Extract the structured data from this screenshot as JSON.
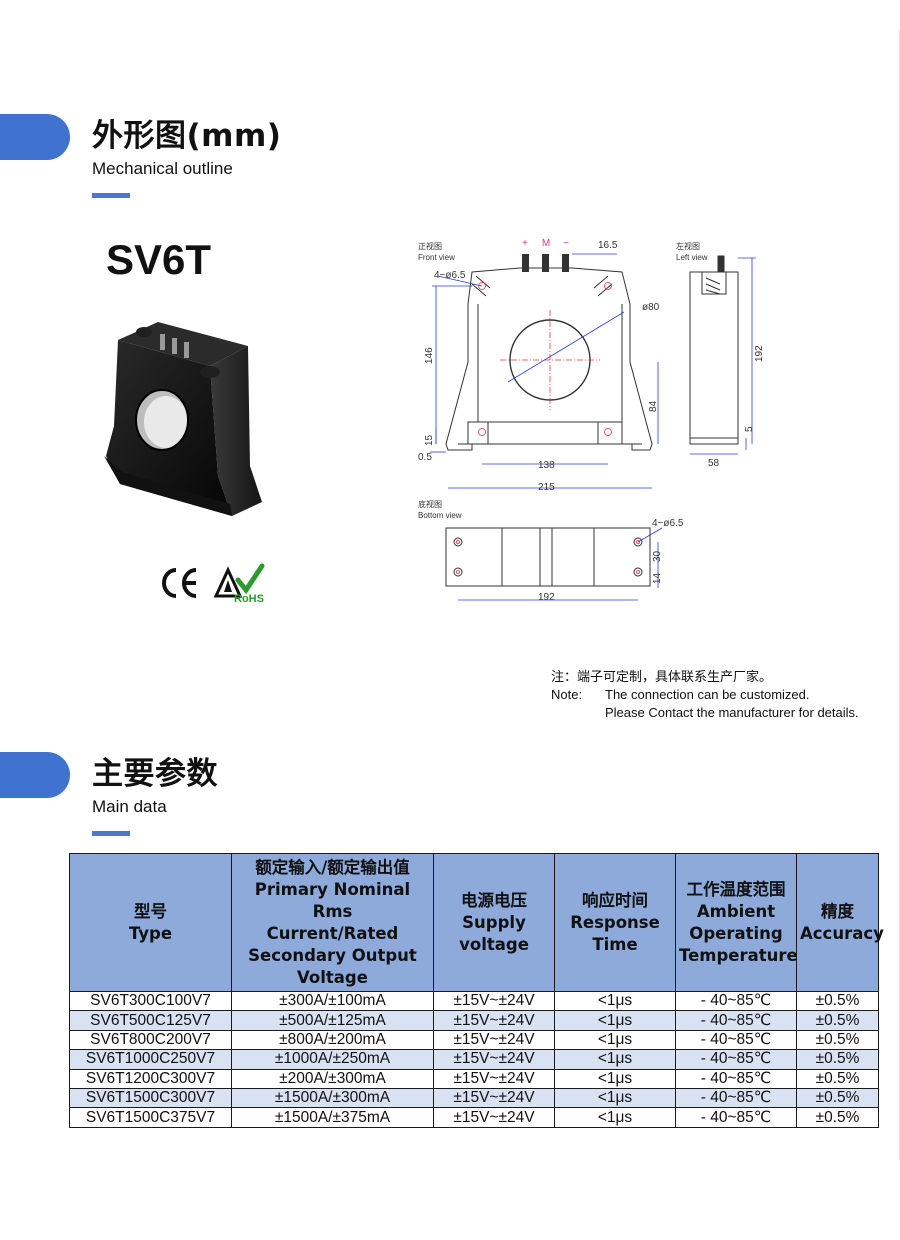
{
  "outline": {
    "title": "外形图(mm)",
    "subtitle": "Mechanical outline",
    "model": "SV6T"
  },
  "certifications": [
    "CE",
    "ESD",
    "RoHS"
  ],
  "drawing": {
    "front_view_cn": "正视图",
    "front_view_en": "Front view",
    "left_view_cn": "左视图",
    "left_view_en": "Left view",
    "bottom_view_cn": "底视图",
    "bottom_view_en": "Bottom view",
    "terminals": [
      "+",
      "M",
      "−"
    ],
    "dims": {
      "terminal_spacing": "16.5",
      "holes": "4−ø6.5",
      "aperture": "ø80",
      "height": "146",
      "center_height": "84",
      "base_height": "15",
      "base_offset": "0.5",
      "hole_spacing": "138",
      "width": "215",
      "side_height": "192",
      "side_base": "5",
      "depth": "58",
      "bottom_holes": "4−ø6.5",
      "bottom_30": "30",
      "bottom_14": "14",
      "bottom_length": "192"
    }
  },
  "note": {
    "cn_label": "注：",
    "cn_text": "端子可定制，具体联系生产厂家。",
    "en_label": "Note:",
    "en_line1": "The connection can be customized.",
    "en_line2": "Please Contact the manufacturer for details."
  },
  "main_data": {
    "title": "主要参数",
    "subtitle": "Main data",
    "headers": [
      [
        "型号",
        "Type"
      ],
      [
        "额定输入/额定输出值",
        "Primary Nominal Rms",
        "Current/Rated",
        "Secondary Output",
        "Voltage"
      ],
      [
        "电源电压",
        "Supply",
        "voltage"
      ],
      [
        "响应时间",
        "Response",
        "Time"
      ],
      [
        "工作温度范围",
        "Ambient",
        "Operating",
        "Temperature"
      ],
      [
        "精度",
        "Accuracy"
      ]
    ],
    "rows": [
      [
        "SV6T300C100V7",
        "±300A/±100mA",
        "±15V~±24V",
        "<1μs",
        "- 40~85℃",
        "±0.5%"
      ],
      [
        "SV6T500C125V7",
        "±500A/±125mA",
        "±15V~±24V",
        "<1μs",
        "- 40~85℃",
        "±0.5%"
      ],
      [
        "SV6T800C200V7",
        "±800A/±200mA",
        "±15V~±24V",
        "<1μs",
        "- 40~85℃",
        "±0.5%"
      ],
      [
        "SV6T1000C250V7",
        "±1000A/±250mA",
        "±15V~±24V",
        "<1μs",
        "- 40~85℃",
        "±0.5%"
      ],
      [
        "SV6T1200C300V7",
        "±200A/±300mA",
        "±15V~±24V",
        "<1μs",
        "- 40~85℃",
        "±0.5%"
      ],
      [
        "SV6T1500C300V7",
        "±1500A/±300mA",
        "±15V~±24V",
        "<1μs",
        "- 40~85℃",
        "±0.5%"
      ],
      [
        "SV6T1500C375V7",
        "±1500A/±375mA",
        "±15V~±24V",
        "<1μs",
        "- 40~85℃",
        "±0.5%"
      ]
    ]
  },
  "colors": {
    "accent": "#3f73cf",
    "header_fill": "#8eaadb",
    "row_alt": "#d9e2f3",
    "dimension_line": "#2a3fd0",
    "rohs_green": "#2e9a2e"
  }
}
